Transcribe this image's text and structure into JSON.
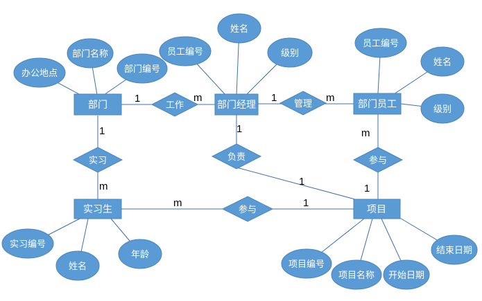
{
  "colors": {
    "shape_fill": "#5b9bd5",
    "shape_stroke": "#4a84bb",
    "line": "#3f6fb0",
    "text": "#ffffff"
  },
  "entities": {
    "dept": "部门",
    "manager": "部门经理",
    "staff": "部门员工",
    "intern": "实习生",
    "project": "项目"
  },
  "relationships": {
    "work": "工作",
    "manage": "管理",
    "intern_rel": "实习",
    "responsible": "负责",
    "participate_staff": "参与",
    "participate_intern": "参与"
  },
  "attributes": {
    "dept_office": "办公地点",
    "dept_name": "部门名称",
    "dept_no": "部门编号",
    "mgr_emp_no": "员工编号",
    "mgr_name": "姓名",
    "mgr_level": "级别",
    "staff_emp_no": "员工编号",
    "staff_name": "姓名",
    "staff_level": "级别",
    "intern_no": "实习编号",
    "intern_name": "姓名",
    "intern_age": "年龄",
    "proj_no": "项目编号",
    "proj_name": "项目名称",
    "proj_start": "开始日期",
    "proj_end": "结束日期"
  },
  "cardinalities": {
    "dept_work": "1",
    "mgr_work": "m",
    "mgr_manage": "1",
    "staff_manage": "m",
    "dept_intern": "1",
    "intern_intern": "m",
    "mgr_responsible": "1",
    "proj_responsible": "1",
    "staff_participate": "m",
    "proj_participate": "1",
    "intern_participate": "m",
    "proj_participate_intern": "1"
  }
}
